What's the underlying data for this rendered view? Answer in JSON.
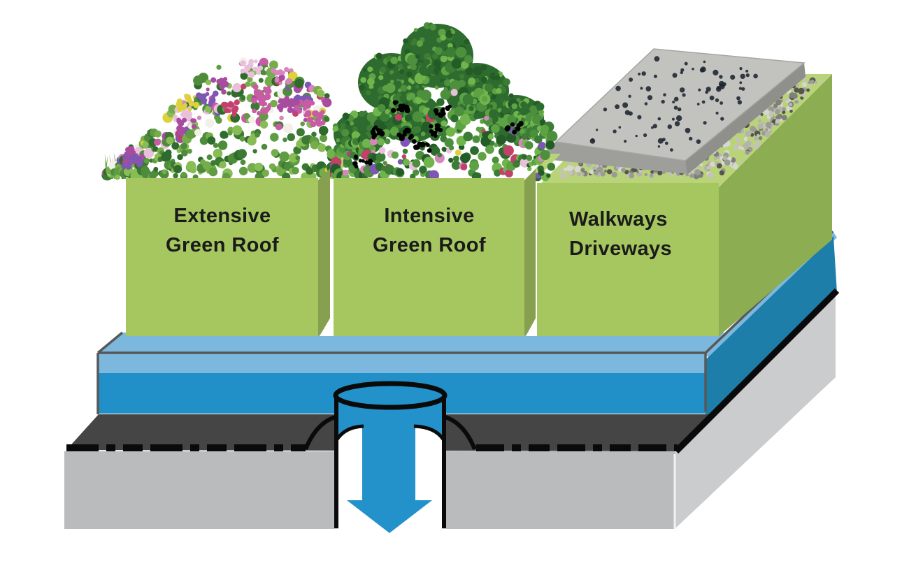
{
  "diagram": {
    "blocks": [
      {
        "id": "extensive",
        "label_line1": "Extensive",
        "label_line2": "Green Roof"
      },
      {
        "id": "intensive",
        "label_line1": "Intensive",
        "label_line2": "Green Roof"
      },
      {
        "id": "walkways",
        "label_line1": "Walkways",
        "label_line2": "Driveways"
      }
    ],
    "palette": {
      "block_green": "#a6c75f",
      "block_side_olive": "#87a04f",
      "walkways_side_green": "#8cad52",
      "top_face_green": "#b9d478",
      "water_light_blue": "#7cb8de",
      "water_dark_blue": "#2190c9",
      "water_side_teal": "#1d7ea9",
      "membrane_dark_gray": "#454545",
      "deck_slab_gray": "#babbbd",
      "deck_slab_side_gray": "#cbccce",
      "drain_arrow_blue": "#2392cb",
      "outline_black": "#0a0a0a",
      "wireframe_gray": "#585858",
      "label_text": "#1b1b1b"
    }
  }
}
